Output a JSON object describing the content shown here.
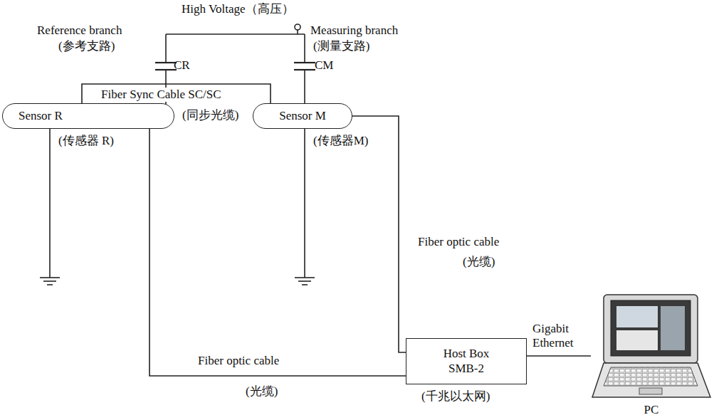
{
  "diagram": {
    "nodes": [
      {
        "text": [
          "Sensor R"
        ]
      },
      {
        "text": [
          "Sensor M"
        ]
      },
      {
        "text": [
          "Host Box SMB-2"
        ]
      },
      {
        "text": [
          "PC"
        ]
      }
    ],
    "edges": [
      {
        "from": 0,
        "to": 1,
        "arrow": "none"
      },
      {
        "from": 1,
        "to": 2,
        "arrow": "none"
      },
      {
        "from": 0,
        "to": 2,
        "arrow": "none"
      },
      {
        "from": 2,
        "to": 3,
        "arrow": "none"
      }
    ],
    "labels": [
      "High Voltage（高压）",
      "Reference branch",
      "(参考支路)",
      "Measuring branch",
      "(测量支路)",
      "CR",
      "CM",
      "Fiber Sync Cable SC/SC",
      "(同步光缆)",
      "(传感器 R)",
      "(传感器M)",
      "Fiber optic cable",
      "(光缆)",
      "Fiber optic cable",
      "(光缆)",
      "Gigabit Ethernet",
      "(千兆以太网)"
    ]
  }
}
